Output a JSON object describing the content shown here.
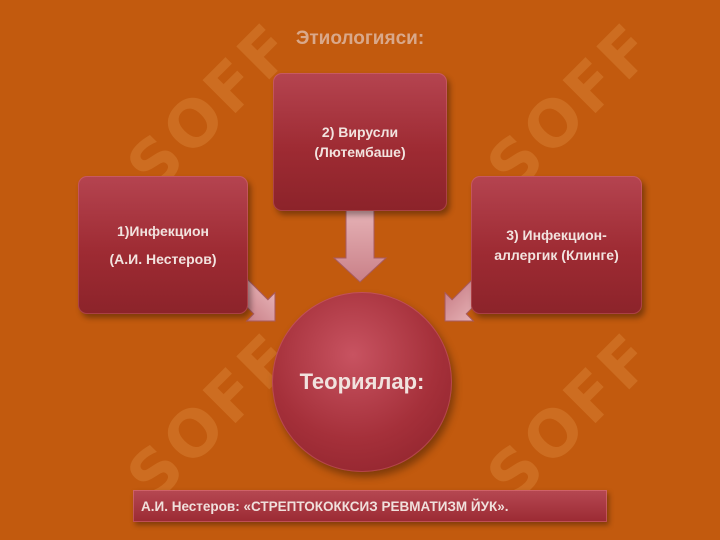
{
  "slide": {
    "title": "Этиологияси:",
    "watermark_text": "SOFF",
    "center": {
      "label": "Теориялар:"
    },
    "boxes": [
      {
        "line1": "1)Инфекцион",
        "line2": "(А.И. Нестеров)"
      },
      {
        "line1": "2) Вирусли",
        "line2": "(Лютембаше)"
      },
      {
        "line1": "3) Инфекцион-",
        "line2": "аллергик (Клинге)"
      }
    ],
    "footer": "А.И. Нестеров: «СТРЕПТОКОККСИЗ РЕВМАТИЗМ ЙУК».",
    "colors": {
      "background": "#c25a0e",
      "box": "#9e2b33",
      "arrow": "#d9a0a6"
    }
  }
}
